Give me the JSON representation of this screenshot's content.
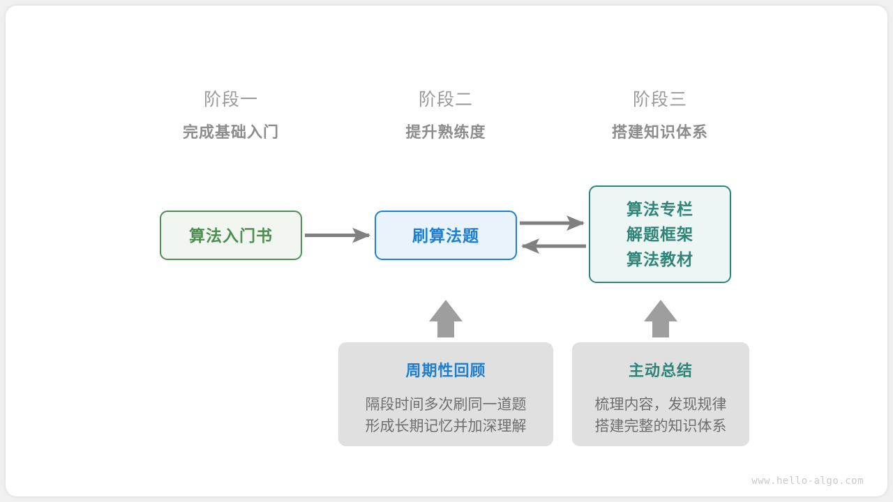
{
  "stages": [
    {
      "number": "阶段一",
      "title": "完成基础入门"
    },
    {
      "number": "阶段二",
      "title": "提升熟练度"
    },
    {
      "number": "阶段三",
      "title": "搭建知识体系"
    }
  ],
  "nodes": {
    "book": {
      "label": "算法入门书",
      "color": "#4e8c52",
      "fill": "#f1f7f0"
    },
    "practice": {
      "label": "刷算法题",
      "color": "#1e7fd1",
      "fill": "#e9f3fb"
    },
    "resources": {
      "lines": [
        "算法专栏",
        "解题框架",
        "算法教材"
      ],
      "color": "#2d8578",
      "fill": "#edf6f4"
    }
  },
  "notes": [
    {
      "title": "周期性回顾",
      "color": "#1e7fd1",
      "body": [
        "隔段时间多次刷同一道题",
        "形成长期记忆并加深理解"
      ]
    },
    {
      "title": "主动总结",
      "color": "#2d8578",
      "body": [
        "梳理内容，发现规律",
        "搭建完整的知识体系"
      ]
    }
  ],
  "arrows": {
    "color": "#808080",
    "book_to_practice": "算法入门书 → 刷算法题",
    "practice_to_resources": "刷算法题 → 算法专栏",
    "resources_to_practice": "算法专栏 → 刷算法题",
    "review_to_practice": "周期性回顾 ↑ 刷算法题",
    "summary_to_resources": "主动总结 ↑ 算法专栏"
  },
  "footer": {
    "watermark": "www.hello-algo.com"
  }
}
